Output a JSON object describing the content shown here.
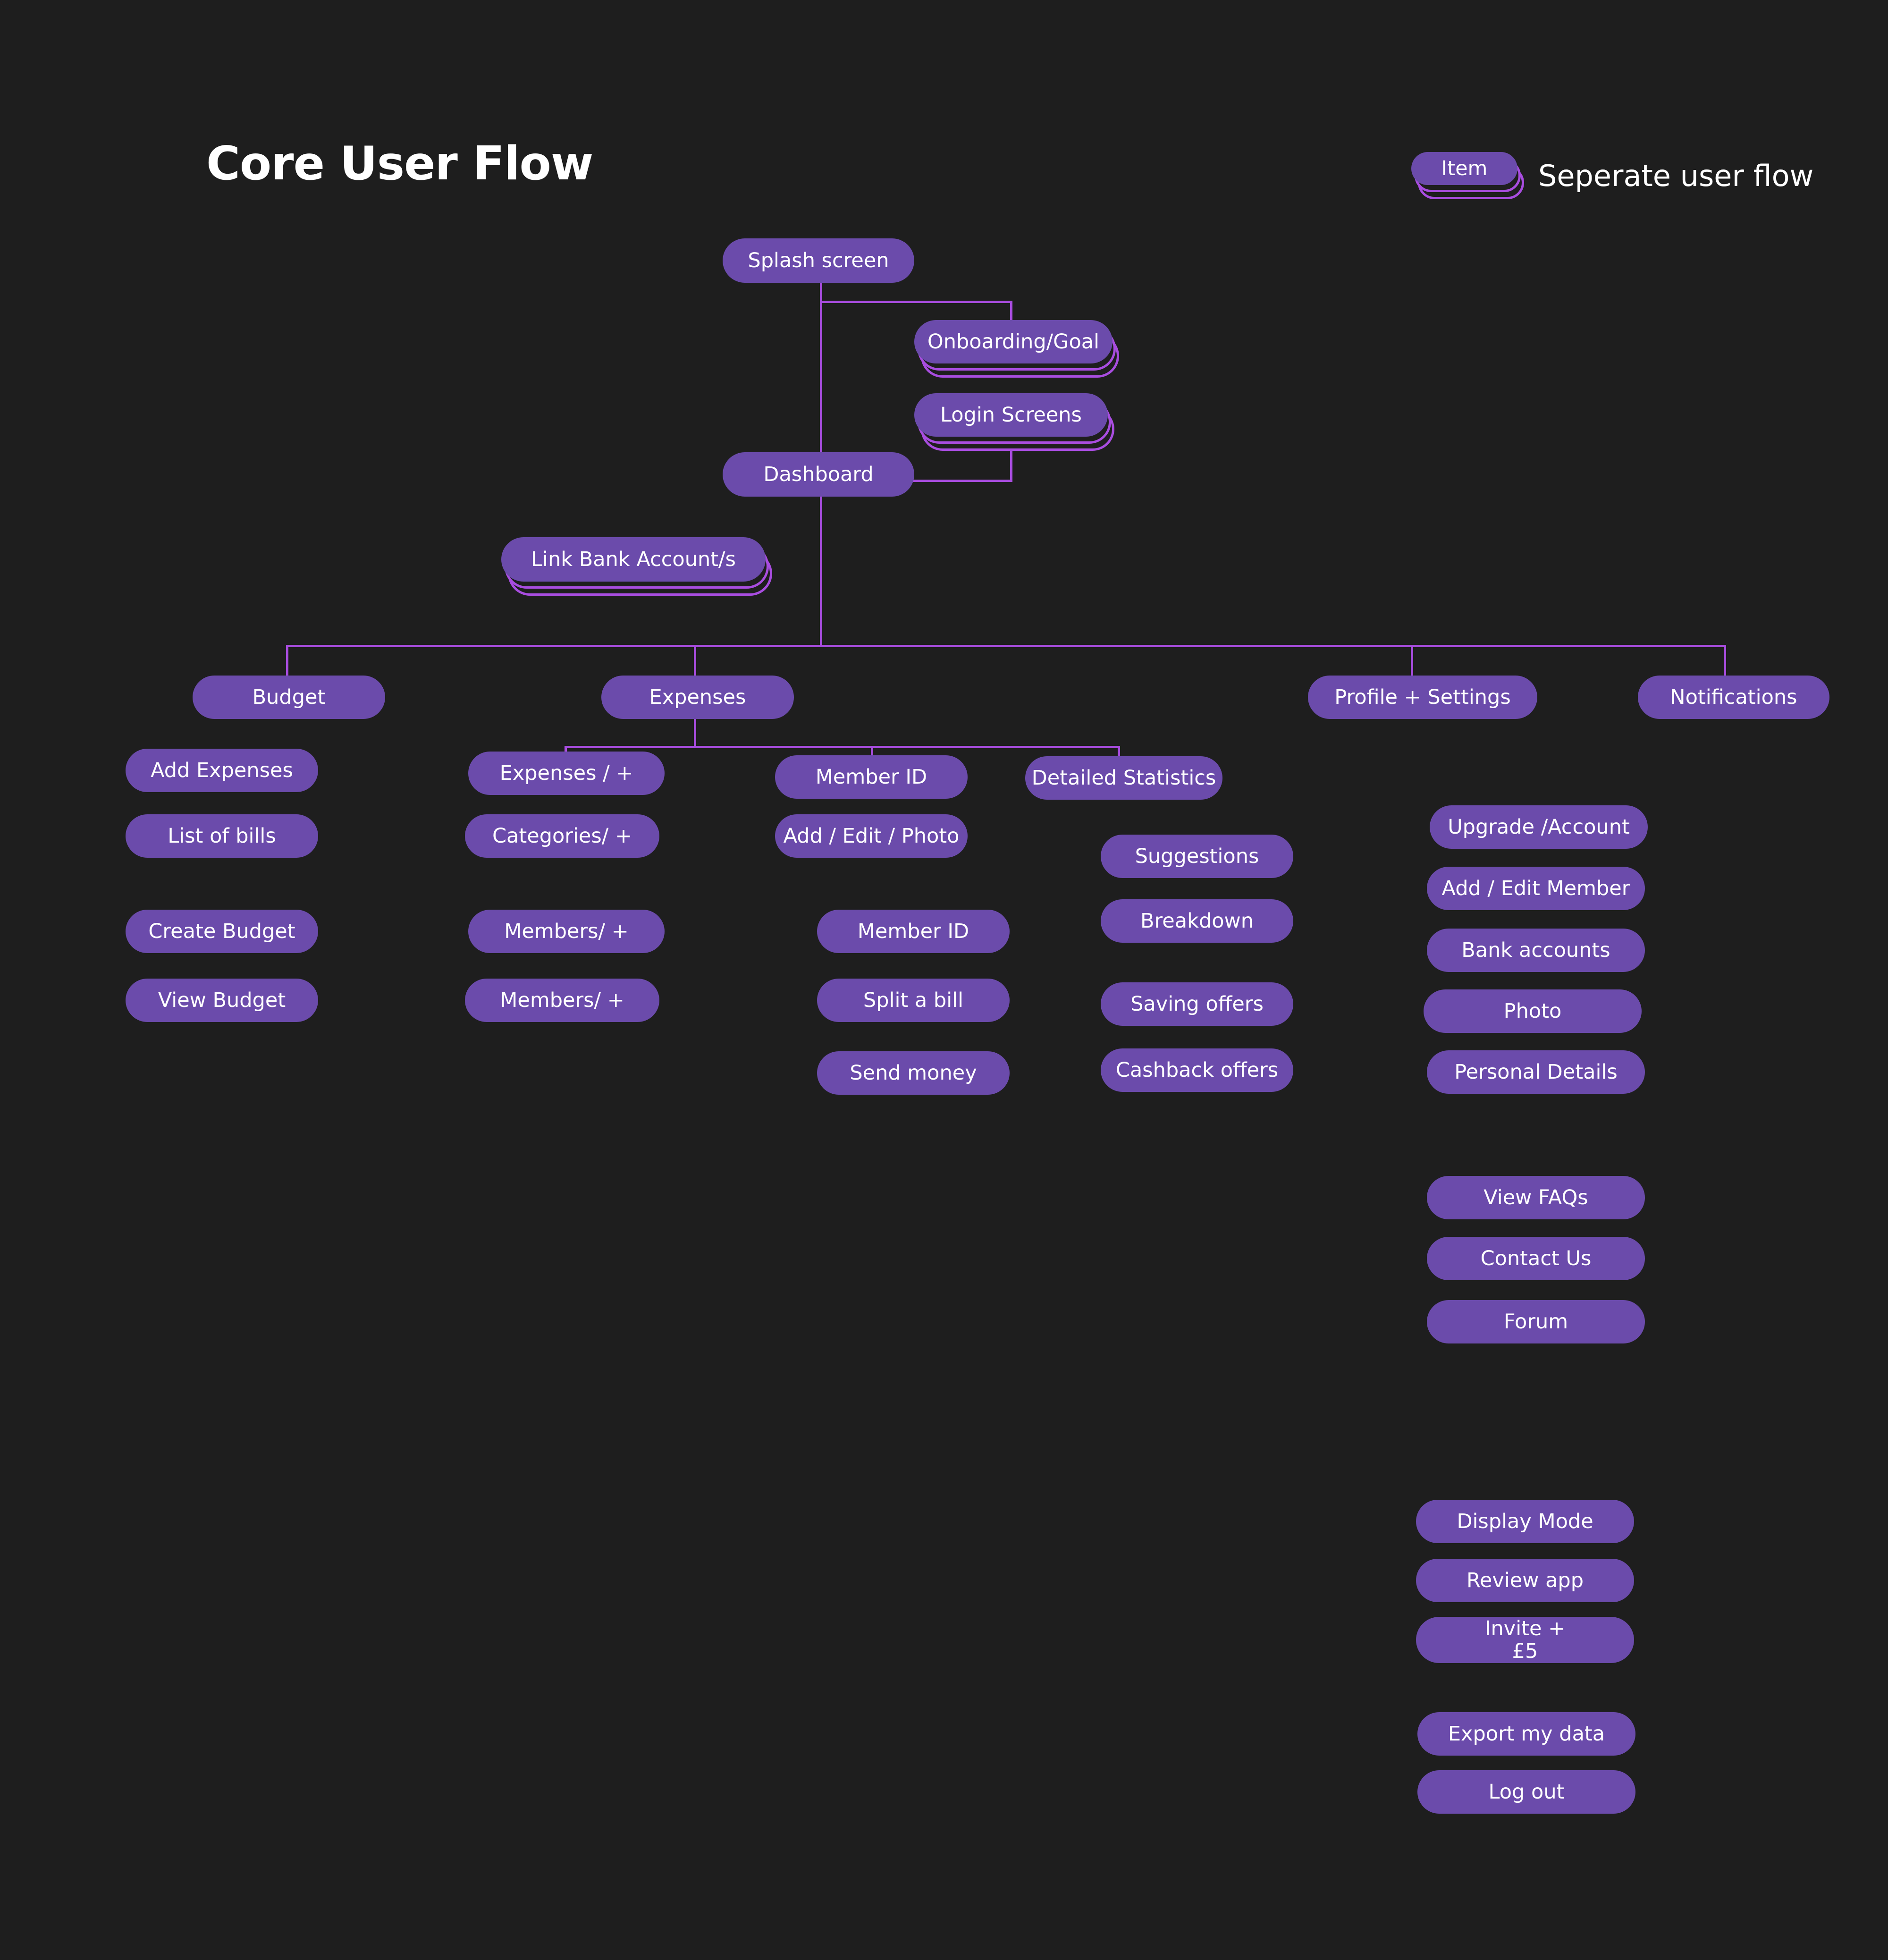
{
  "header": {
    "title": "Core User Flow"
  },
  "legend": {
    "chip_label": "Item",
    "description": "Seperate user flow"
  },
  "colors": {
    "background": "#1e1e1e",
    "node_fill": "#6b4bab",
    "connector": "#a94de0",
    "text": "#ffffff"
  },
  "flow": {
    "root": {
      "label": "Splash screen"
    },
    "separate_flows": [
      {
        "label": "Onboarding/Goal"
      },
      {
        "label": "Login Screens"
      },
      {
        "label": "Link Bank Account/s"
      }
    ],
    "dashboard": {
      "label": "Dashboard"
    },
    "branches": [
      {
        "label": "Budget"
      },
      {
        "label": "Expenses"
      },
      {
        "label": "Profile + Settings"
      },
      {
        "label": "Notifications"
      }
    ],
    "expenses_children": [
      {
        "label": "Expenses / +"
      },
      {
        "label": "Member ID"
      },
      {
        "label": "Detailed Statistics"
      }
    ],
    "columns": {
      "budget": {
        "group_a": [
          "Add Expenses",
          "List of  bills"
        ],
        "group_b": [
          "Create Budget",
          "View Budget"
        ]
      },
      "expenses": {
        "group_a": [
          "Expenses / +",
          "Categories/ +"
        ],
        "group_b": [
          "Members/ +",
          "Members/ +"
        ]
      },
      "member_id": {
        "group_a": [
          "Member ID",
          "Add / Edit / Photo"
        ],
        "group_b": [
          "Member ID",
          "Split a bill",
          "Send money"
        ]
      },
      "detailed_statistics": {
        "header": "Detailed Statistics",
        "group_a": [
          "Suggestions",
          "Breakdown"
        ],
        "group_b": [
          "Saving offers",
          "Cashback offers"
        ]
      },
      "profile_settings": {
        "group_a": [
          "Upgrade /Account",
          "Add / Edit Member",
          "Bank accounts",
          "Photo",
          "Personal Details"
        ],
        "group_b": [
          "View FAQs",
          "Contact Us",
          "Forum"
        ],
        "group_c": [
          "Display Mode",
          "Review app",
          "Invite +\n£5"
        ],
        "group_d": [
          "Export my data",
          "Log out"
        ]
      }
    }
  }
}
